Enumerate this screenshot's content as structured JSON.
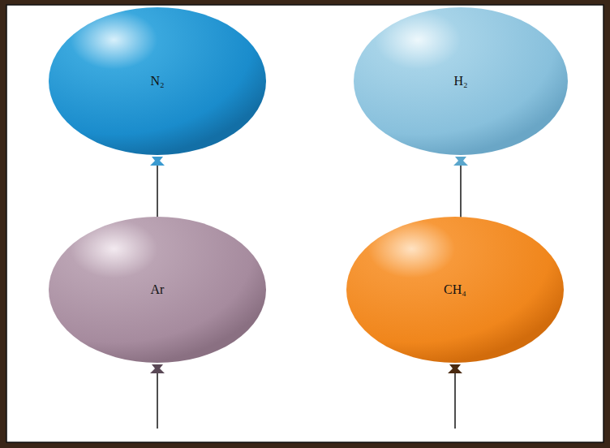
{
  "diagram": {
    "nodes": [
      {
        "text": [
          "N₂"
        ]
      },
      {
        "text": [
          "H₂"
        ]
      },
      {
        "text": [
          "Ar"
        ]
      },
      {
        "text": [
          "CH₄"
        ]
      }
    ]
  }
}
